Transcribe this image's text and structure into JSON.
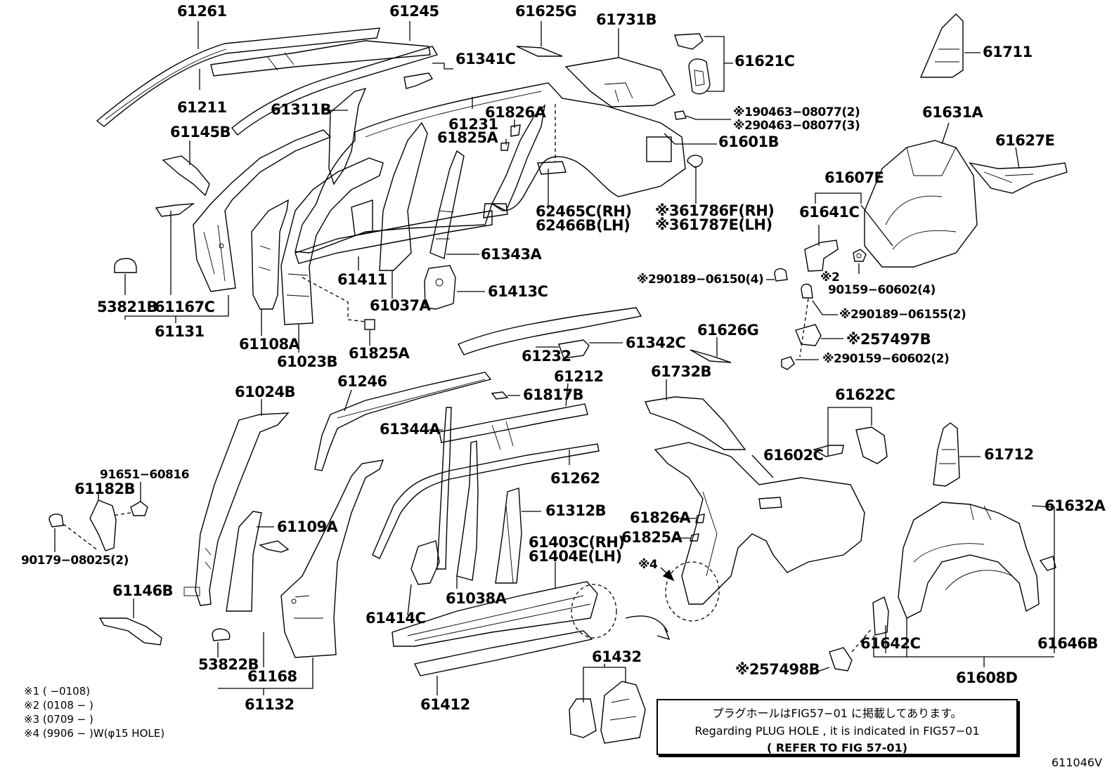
{
  "labels": {
    "l61261": "61261",
    "l61245": "61245",
    "l61625G": "61625G",
    "l61731B": "61731B",
    "l61621C": "61621C",
    "l61711": "61711",
    "l61211": "61211",
    "l61341C": "61341C",
    "l61311B": "61311B",
    "l61231": "61231",
    "l61826A_1": "61826A",
    "l61825A_1": "61825A",
    "l190463": "※190463−08077(2)",
    "l290463": "※290463−08077(3)",
    "l61601B": "61601B",
    "l61631A": "61631A",
    "l61627E": "61627E",
    "l61145B": "61145B",
    "l62465C": "62465C(RH)",
    "l62466B": "62466B(LH)",
    "l61786F": "※361786F(RH)",
    "l61787E": "※361787E(LH)",
    "l61607E": "61607E",
    "l61641C": "61641C",
    "l61343A": "61343A",
    "l290189_06150": "※290189−06150(4)",
    "l2_90159": "※2",
    "l90159_60602": "90159−60602(4)",
    "l61411": "61411",
    "l61413C": "61413C",
    "l53821B": "53821B",
    "l61167C": "61167C",
    "l61037A": "61037A",
    "l290189_06155": "※290189−06155(2)",
    "l61131": "61131",
    "l57497B": "※257497B",
    "l61108A": "61108A",
    "l61232": "61232",
    "l61342C": "61342C",
    "l61626G": "61626G",
    "l61023B": "61023B",
    "l61825A_2": "61825A",
    "l290159_60602": "※290159−60602(2)",
    "l61732B": "61732B",
    "l61246": "61246",
    "l61212": "61212",
    "l61024B": "61024B",
    "l61817B": "61817B",
    "l61622C": "61622C",
    "l61344A": "61344A",
    "l61602C": "61602C",
    "l61712": "61712",
    "l91651": "91651−60816",
    "l61182B": "61182B",
    "l61262": "61262",
    "l61312B": "61312B",
    "l61632A": "61632A",
    "l61109A": "61109A",
    "l61826A_2": "61826A",
    "l61403C": "61403C(RH)",
    "l61404E": "61404E(LH)",
    "l61825A_3": "61825A",
    "l90179": "90179−08025(2)",
    "l4mark": "※4",
    "l61146B": "61146B",
    "l61414C": "61414C",
    "l61038A": "61038A",
    "l61642C": "61642C",
    "l61646B": "61646B",
    "l53822B": "53822B",
    "l61168": "61168",
    "l61432": "61432",
    "l57498B": "※257498B",
    "l61608D": "61608D",
    "l61132": "61132",
    "l61412": "61412"
  },
  "footnotes": {
    "n1": "※1 (      −0108)",
    "n2": "※2 (0108 −      )",
    "n3": "※3 (0709 −      )",
    "n4": "※4 (9906 −      )W(φ15 HOLE)"
  },
  "notice": {
    "line1": "プラグホールはFIG57−01 に掲載してあります。",
    "line2": "Regarding  PLUG  HOLE  , it  is  indicated  in  FIG57−01",
    "line3": "( REFER  TO  FIG  57-01)"
  },
  "figure_code": "611046V"
}
